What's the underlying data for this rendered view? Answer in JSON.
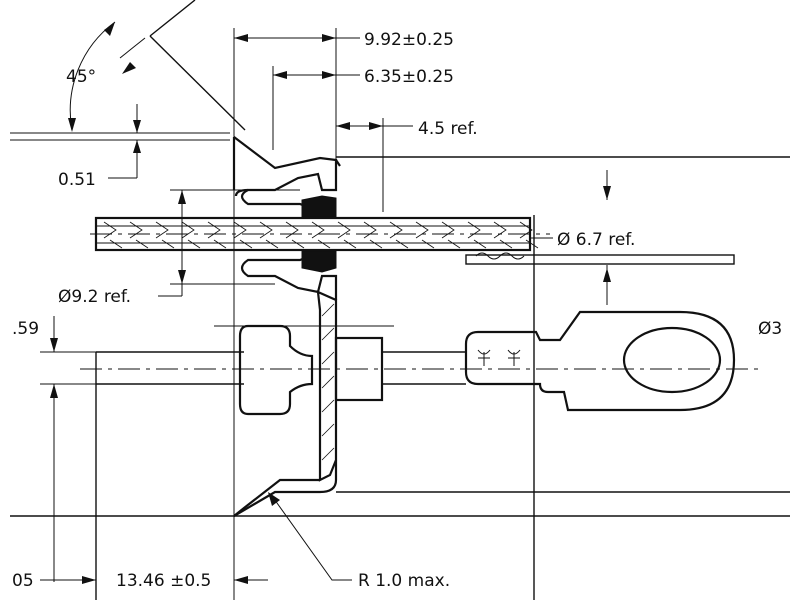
{
  "labels": {
    "angle": "45°",
    "dim_9_92": "9.92±0.25",
    "dim_6_35": "6.35±0.25",
    "dim_4_5": "4.5  ref.",
    "dim_0_51": "0.51",
    "dim_dia_6_7": "Ø  6.7  ref.",
    "dim_dia_9_2": "Ø9.2 ref.",
    "dim_left_59": ".59",
    "dim_dia_3": "Ø3",
    "dim_left_05": "05",
    "dim_13_46": "13.46 ±0.5",
    "dim_radius": "R 1.0 max."
  },
  "colors": {
    "line": "#111111",
    "background": "#ffffff"
  }
}
